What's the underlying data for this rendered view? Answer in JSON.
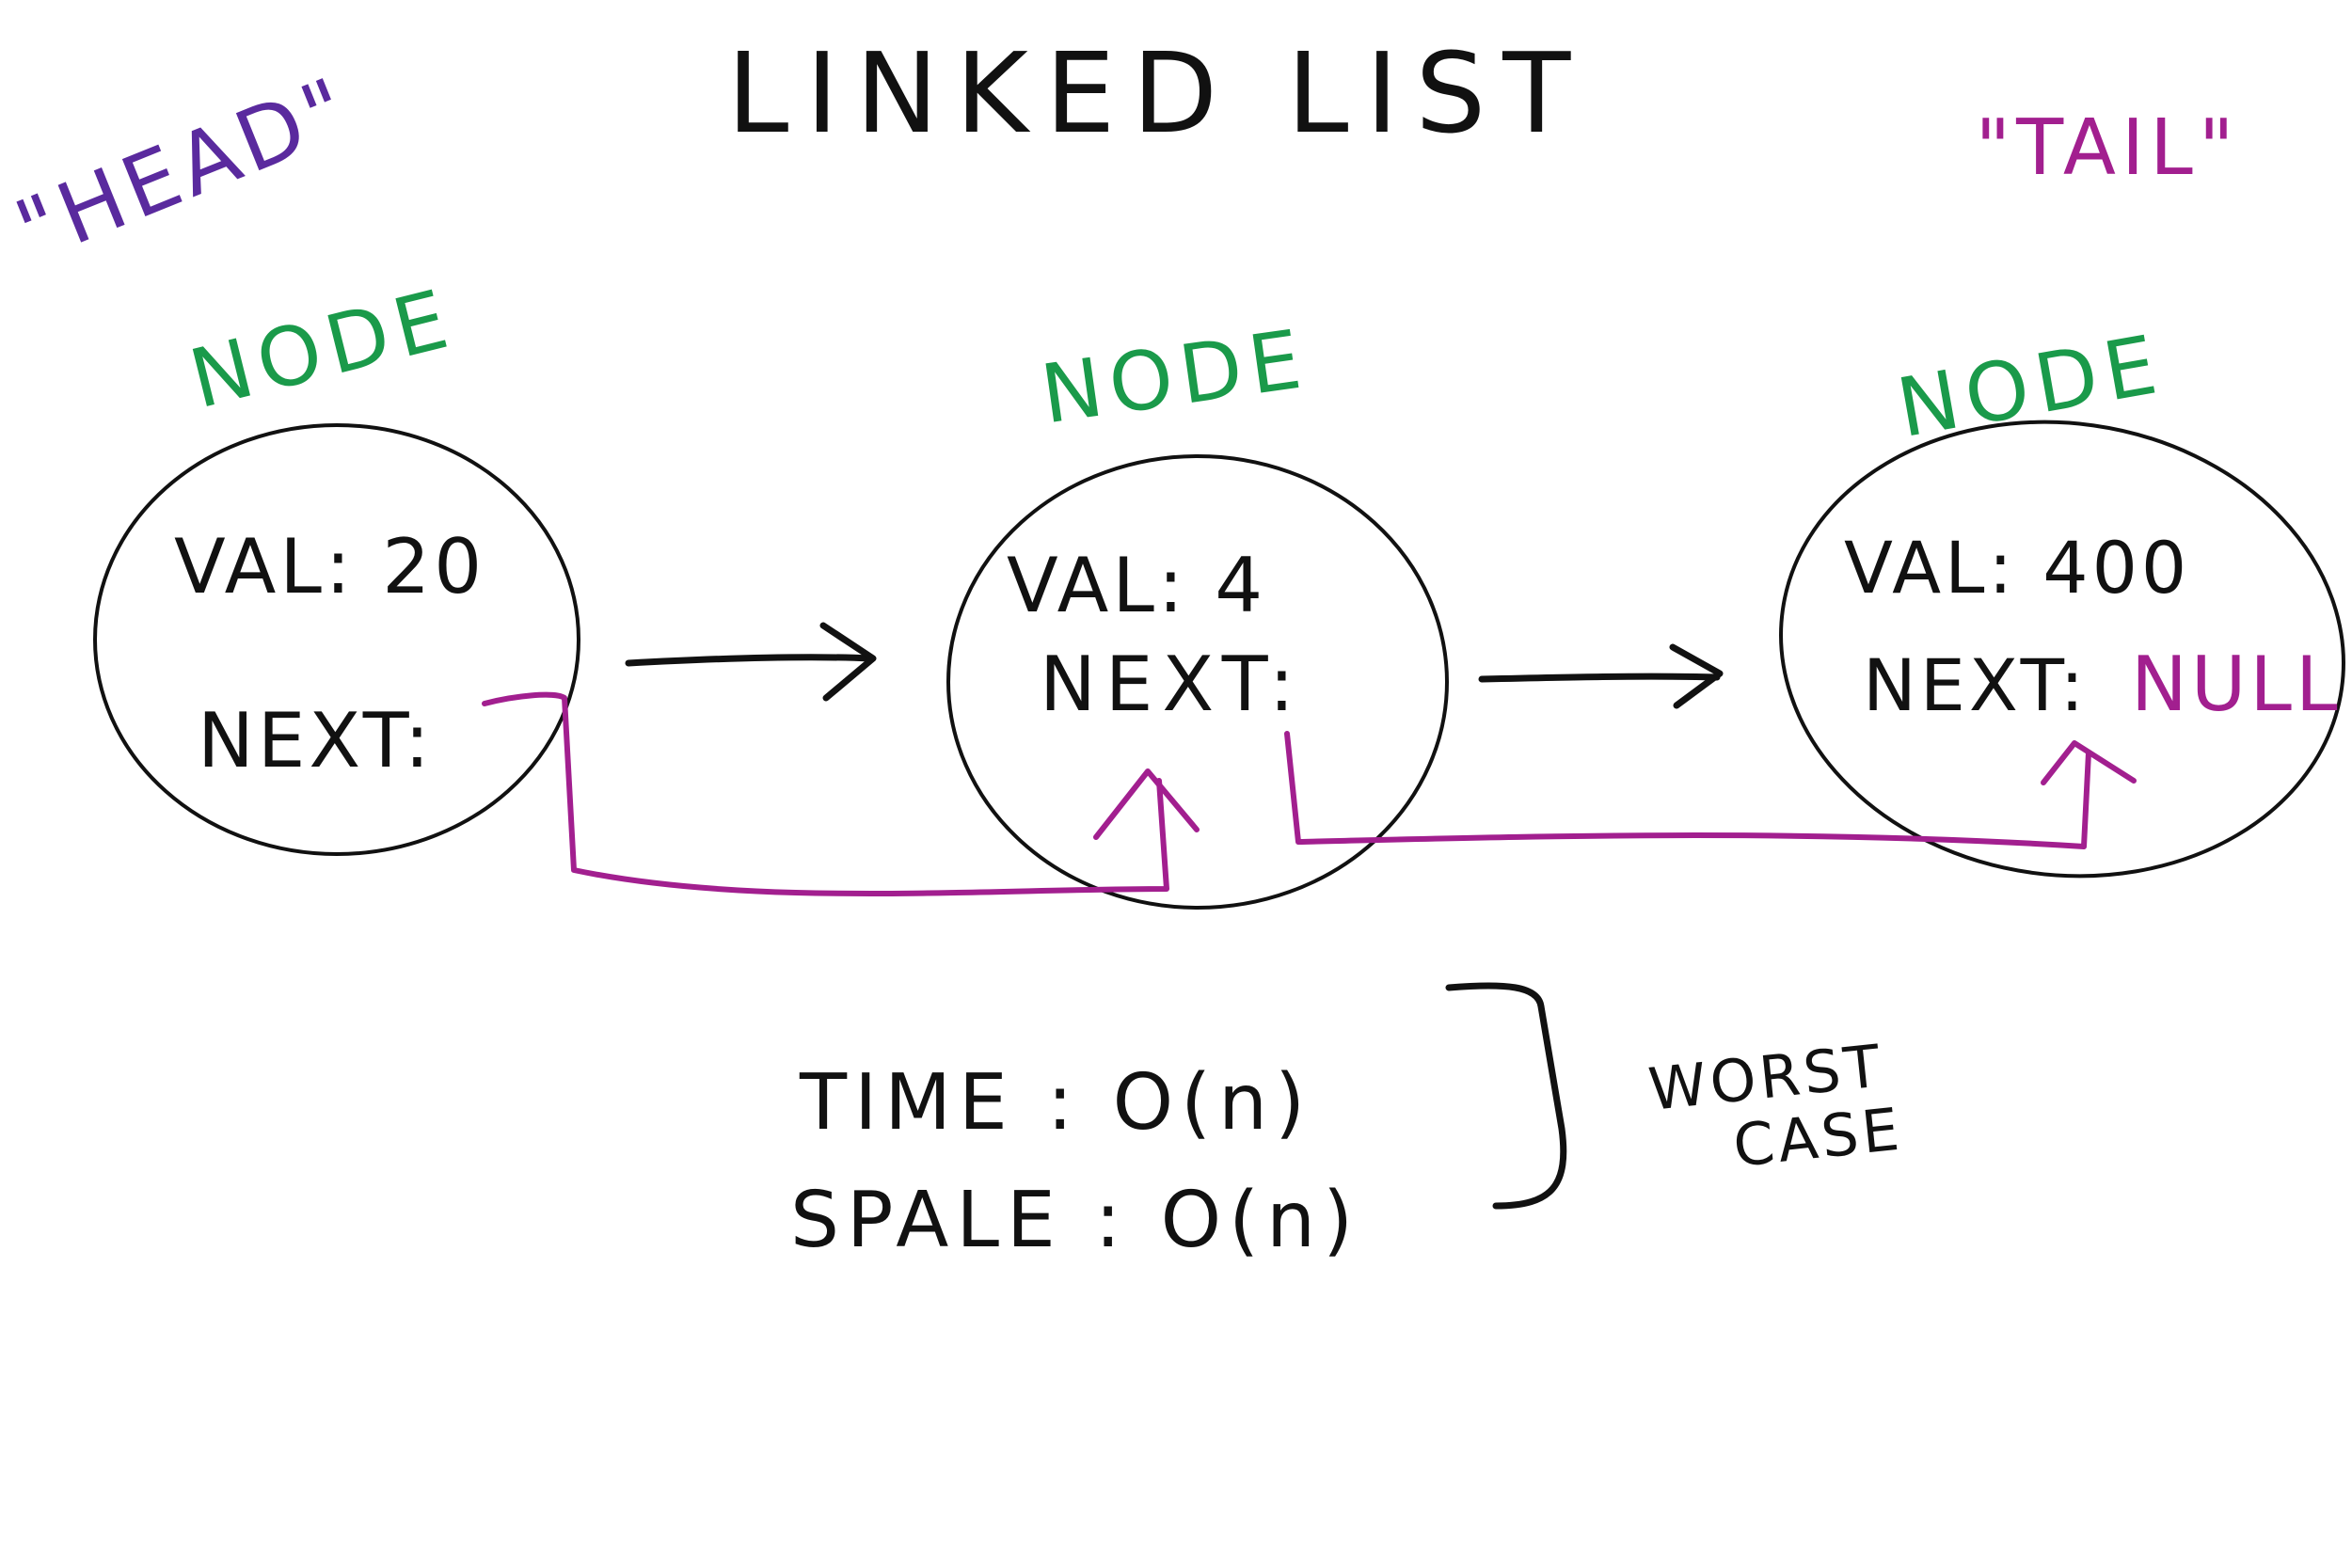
{
  "title": "LINKED LIST",
  "head_label": "\"HEAD\"",
  "tail_label": "\"TAIL\"",
  "nodes": [
    {
      "label": "NODE",
      "val": "VAL: 20",
      "next": "NEXT:",
      "next_value": ""
    },
    {
      "label": "NODE",
      "val": "VAL: 4",
      "next": "NEXT:",
      "next_value": ""
    },
    {
      "label": "NODE",
      "val": "VAL: 400",
      "next": "NEXT:",
      "next_value": "NULL"
    }
  ],
  "complexity": {
    "time": "TIME : O(n)",
    "space": "SPALE : O(n)",
    "note_line1": "WORST",
    "note_line2": "CASE"
  },
  "colors": {
    "ink": "#111111",
    "node_label": "#1a9a4a",
    "head_label": "#5a2a9e",
    "pointer": "#a21f8f"
  }
}
